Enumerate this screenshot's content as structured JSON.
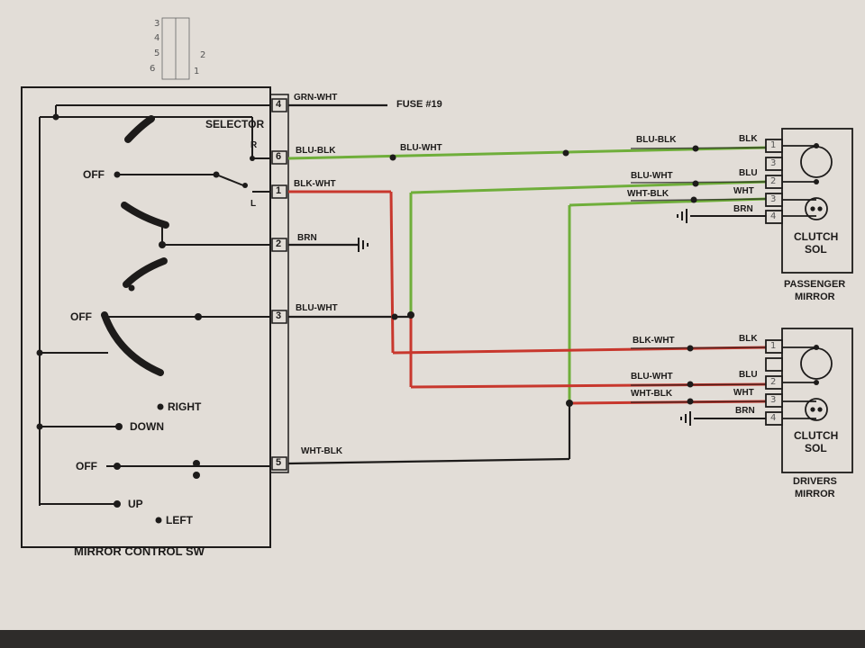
{
  "colors": {
    "paper": "#e2ddd7",
    "ink": "#1d1b1a",
    "green_highlight": "#6fae3a",
    "red_highlight": "#c8372d"
  },
  "handwritten_pinout": {
    "row1": "3",
    "row2": "4",
    "row3": "5",
    "row4": "6",
    "right_mark_1": "2",
    "right_mark_2": "1"
  },
  "switch": {
    "title": "MIRROR CONTROL SW",
    "selector_label": "SELECTOR",
    "selector_r": "R",
    "selector_l": "L",
    "off_selector": "OFF",
    "off_upper": "OFF",
    "off_lower": "OFF",
    "right": "RIGHT",
    "down": "DOWN",
    "up": "UP",
    "left": "LEFT"
  },
  "connector": {
    "pins": [
      "4",
      "6",
      "1",
      "2",
      "3",
      "5"
    ]
  },
  "wires": {
    "pin4": "GRN-WHT",
    "fuse": "FUSE #19",
    "pin6_a": "BLU-BLK",
    "pin6_b": "BLU-WHT",
    "pin1": "BLK-WHT",
    "pin2": "BRN",
    "pin3": "BLU-WHT",
    "pin5": "WHT-BLK"
  },
  "passenger_mirror": {
    "title_1": "PASSENGER",
    "title_2": "MIRROR",
    "clutch_1": "CLUTCH",
    "clutch_2": "SOL",
    "wire_blu_blk": "BLU-BLK",
    "wire_blu_wht": "BLU-WHT",
    "wire_wht_blk": "WHT-BLK",
    "term_blk": "BLK",
    "term_blu": "BLU",
    "term_wht": "WHT",
    "term_brn": "BRN",
    "pins": [
      "1",
      "3",
      "2",
      "3",
      "4"
    ]
  },
  "drivers_mirror": {
    "title_1": "DRIVERS",
    "title_2": "MIRROR",
    "clutch_1": "CLUTCH",
    "clutch_2": "SOL",
    "wire_blk_wht": "BLK-WHT",
    "wire_blu_wht": "BLU-WHT",
    "wire_wht_blk": "WHT-BLK",
    "term_blk": "BLK",
    "term_blu": "BLU",
    "term_wht": "WHT",
    "term_brn": "BRN",
    "pins": [
      "1",
      "2",
      "3",
      "4"
    ]
  }
}
